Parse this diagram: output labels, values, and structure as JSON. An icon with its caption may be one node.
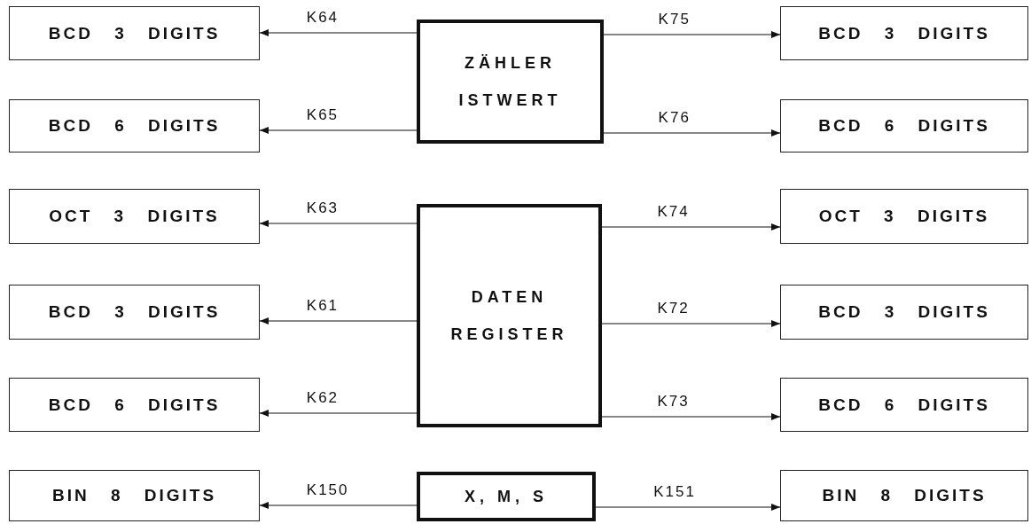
{
  "diagram": {
    "nodes": [
      {
        "text": [
          "BCD 3 DIGITS"
        ]
      },
      {
        "text": [
          "ZÄHLER ISTWERT"
        ]
      },
      {
        "text": [
          "BCD 3 DIGITS"
        ]
      },
      {
        "text": [
          "BCD 6 DIGITS"
        ]
      },
      {
        "text": [
          "BCD 6 DIGITS"
        ]
      },
      {
        "text": [
          "OCT 3 DIGITS"
        ]
      },
      {
        "text": [
          "DATEN REGISTER"
        ]
      },
      {
        "text": [
          "OCT 3 DIGITS"
        ]
      },
      {
        "text": [
          "BCD 3 DIGITS"
        ]
      },
      {
        "text": [
          "BCD 3 DIGITS"
        ]
      },
      {
        "text": [
          "BCD 6 DIGITS"
        ]
      },
      {
        "text": [
          "BCD 6 DIGITS"
        ]
      },
      {
        "text": [
          "BIN 8 DIGITS"
        ]
      },
      {
        "text": [
          "X, M, S"
        ]
      },
      {
        "text": [
          "BIN 8 DIGITS"
        ]
      }
    ],
    "edges": [
      {
        "from": 1,
        "to": 0,
        "arrow": "to",
        "label": "K64"
      },
      {
        "from": 1,
        "to": 2,
        "arrow": "to",
        "label": "K75"
      },
      {
        "from": 1,
        "to": 3,
        "arrow": "to",
        "label": "K65"
      },
      {
        "from": 1,
        "to": 4,
        "arrow": "to",
        "label": "K76"
      },
      {
        "from": 6,
        "to": 5,
        "arrow": "to",
        "label": "K63"
      },
      {
        "from": 6,
        "to": 7,
        "arrow": "to",
        "label": "K74"
      },
      {
        "from": 6,
        "to": 8,
        "arrow": "to",
        "label": "K61"
      },
      {
        "from": 6,
        "to": 9,
        "arrow": "to",
        "label": "K72"
      },
      {
        "from": 6,
        "to": 10,
        "arrow": "to",
        "label": "K62"
      },
      {
        "from": 6,
        "to": 11,
        "arrow": "to",
        "label": "K73"
      },
      {
        "from": 13,
        "to": 12,
        "arrow": "to",
        "label": "K150"
      },
      {
        "from": 13,
        "to": 14,
        "arrow": "to",
        "label": "K151"
      }
    ]
  }
}
